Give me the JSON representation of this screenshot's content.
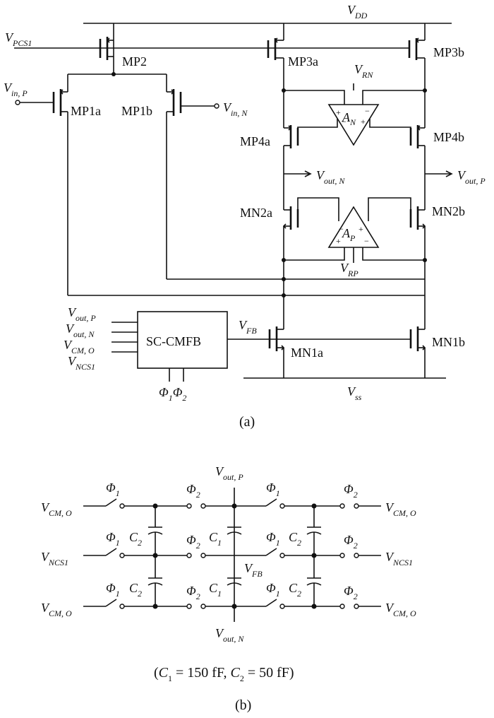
{
  "part_a": {
    "caption": "(a)",
    "rails": {
      "vdd": "V",
      "vdd_sub": "DD",
      "vss": "V",
      "vss_sub": "ss"
    },
    "inputs": {
      "vpcs1": "V",
      "vpcs1_sub": "PCS1",
      "vin_p": "V",
      "vin_p_sub": "in, P",
      "vin_n": "V",
      "vin_n_sub": "in, N",
      "vrn": "V",
      "vrn_sub": "RN",
      "vrp": "V",
      "vrp_sub": "RP",
      "vfb": "V",
      "vfb_sub": "FB"
    },
    "outputs": {
      "vout_n": "V",
      "vout_n_sub": "out, N",
      "vout_p": "V",
      "vout_p_sub": "out, P"
    },
    "transistors": {
      "mp2": "MP2",
      "mp1a": "MP1a",
      "mp1b": "MP1b",
      "mp3a": "MP3a",
      "mp3b": "MP3b",
      "mp4a": "MP4a",
      "mp4b": "MP4b",
      "mn2a": "MN2a",
      "mn2b": "MN2b",
      "mn1a": "MN1a",
      "mn1b": "MN1b"
    },
    "amps": {
      "an": "A",
      "an_sub": "N",
      "ap": "A",
      "ap_sub": "P"
    },
    "cmfb": {
      "label": "SC-CMFB",
      "in1": "V",
      "in1_sub": "out, P",
      "in2": "V",
      "in2_sub": "out, N",
      "in3": "V",
      "in3_sub": "CM, O",
      "in4": "V",
      "in4_sub": "NCS1",
      "phi": "Φ",
      "phi1_sub": "1",
      "phi2_sub": "2"
    }
  },
  "part_b": {
    "caption": "(b)",
    "vcmo": "V",
    "vcmo_sub": "CM, O",
    "vncs1": "V",
    "vncs1_sub": "NCS1",
    "vout_p": "V",
    "vout_p_sub": "out, P",
    "vout_n": "V",
    "vout_n_sub": "out, N",
    "vfb": "V",
    "vfb_sub": "FB",
    "phi": "Φ",
    "phi1_sub": "1",
    "phi2_sub": "2",
    "cap": "C",
    "c1_sub": "1",
    "c2_sub": "2",
    "values_line": {
      "open": "(",
      "c1": "C",
      "c1_sub": "1",
      "c1_val": " = 150 fF, ",
      "c2": "C",
      "c2_sub": "2",
      "c2_val": " = 50 fF)"
    }
  }
}
